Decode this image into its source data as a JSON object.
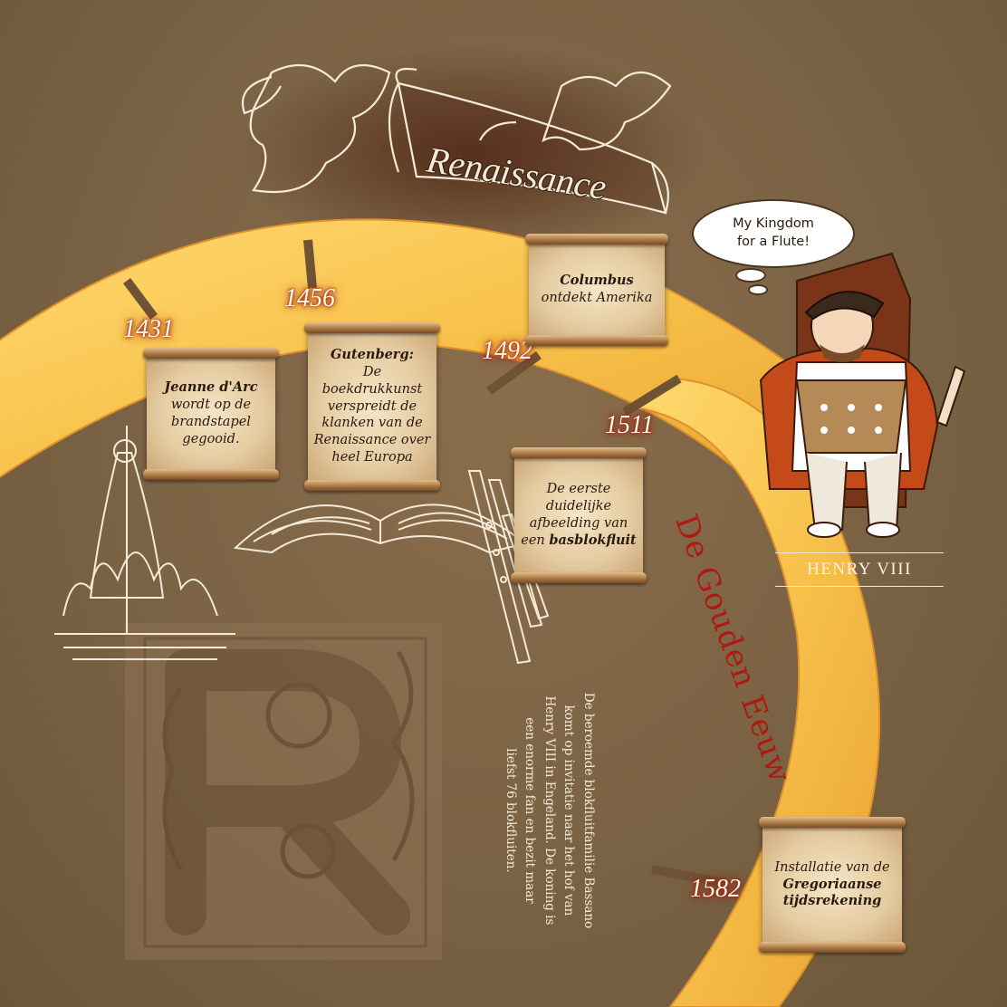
{
  "title": "Renaissance",
  "era_label": "De Gouden Eeuw",
  "years": [
    "1431",
    "1456",
    "1492",
    "1511",
    "1582"
  ],
  "events": {
    "jeanne": {
      "name": "Jeanne d'Arc",
      "line1": "wordt op de",
      "line2": "brandstapel",
      "line3": "gegooid."
    },
    "gutenberg": {
      "name": "Gutenberg:",
      "line1": "De boekdrukkunst",
      "line2": "verspreidt de",
      "line3": "klanken van de",
      "line4": "Renaissance over",
      "line5": "heel Europa"
    },
    "columbus": {
      "name": "Columbus",
      "line1": "ontdekt Amerika"
    },
    "basblokfluit": {
      "line1": "De eerste",
      "line2": "duidelijke",
      "line3": "afbeelding van",
      "line4_prefix": "een",
      "bold": "basblokfluit"
    },
    "gregoriaanse": {
      "line1": "Installatie van de",
      "bold1": "Gregoriaanse",
      "bold2": "tijdsrekening"
    }
  },
  "bassano_text": {
    "line1": "De beroemde blokfluitfamilie Bassano",
    "line2": "komt op invitatie naar het hof van",
    "line3": "Henry VIII in Engeland. De koning is",
    "line4": "een enorme fan en bezit maar",
    "line5": "liefst 76 blokfluiten."
  },
  "thought_bubble": {
    "line1": "My Kingdom",
    "line2": "for a Flute!"
  },
  "henry_label": "HENRY VIII",
  "colors": {
    "background": "#7a6244",
    "timeline": "#f7c14a",
    "timeline_edge": "#e89c28",
    "year_glow": "#b02a10",
    "gouden_text": "#b0190f"
  },
  "icons": [
    "cherub-banner-illustration",
    "jeanne-darc-pyre-illustration",
    "open-book-illustration",
    "recorder-instruments-illustration",
    "henry-viii-illustration",
    "decorated-initial-r"
  ]
}
